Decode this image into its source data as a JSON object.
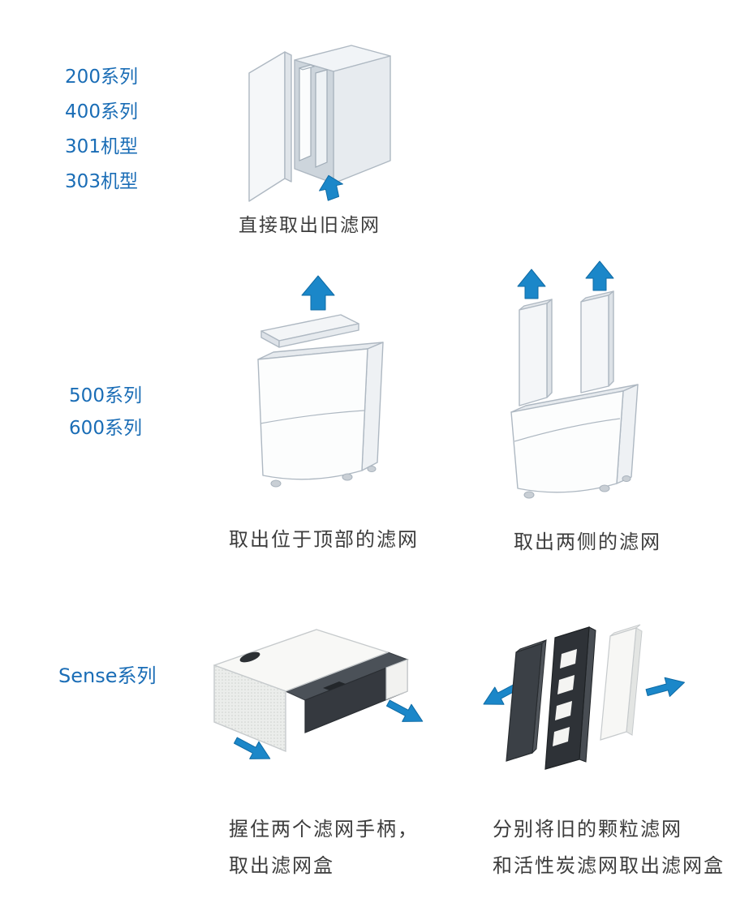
{
  "colors": {
    "label_blue": "#1a6db6",
    "caption_dark": "#3c3c3c",
    "arrow_blue": "#1b87c9",
    "arrow_edge": "#0f6ba5",
    "line_gray": "#aeb8c2"
  },
  "sections": {
    "classic": {
      "labels": [
        "200系列",
        "400系列",
        "301机型",
        "303机型"
      ],
      "caption": "直接取出旧滤网",
      "illustration_alt": "air purifier with open front door, two filters inside, blue arrow pointing up"
    },
    "mid": {
      "labels": [
        "500系列",
        "600系列"
      ],
      "caption_top_filter": "取出位于顶部的滤网",
      "caption_side_filter": "取出两侧的滤网",
      "illustration_top_alt": "purifier with filter lifted from top opening, blue arrow up",
      "illustration_side_alt": "purifier with two side filters raised from top, two blue arrows up"
    },
    "sense": {
      "label": "Sense系列",
      "caption_handle_line1": "握住两个滤网手柄，",
      "caption_handle_line2": "取出滤网盒",
      "caption_remove_line1": "分别将旧的颗粒滤网",
      "caption_remove_line2": "和活性炭滤网取出滤网盒",
      "illustration_box_alt": "Sense purifier tilted with dark filter box pulled out, two blue arrows",
      "illustration_exploded_alt": "exploded view of particle filter, carbon filter frame and white filter with blue arrows"
    }
  }
}
